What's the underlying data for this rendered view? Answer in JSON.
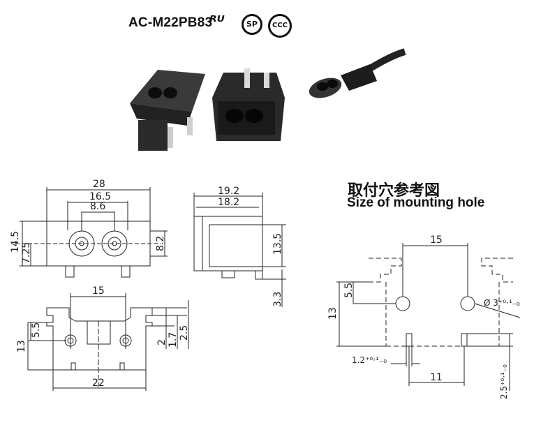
{
  "header": {
    "model": "AC-M22PB83",
    "ul_mark": "ᴿᵁ",
    "csa_mark": "SP",
    "ccc_mark": "CCC"
  },
  "mounting": {
    "title_cn": "取付穴参考図",
    "title_en": "Size of mounting hole"
  },
  "dims_front": {
    "w28": "28",
    "w16_5": "16.5",
    "w8_6": "8.6",
    "h14_5": "14.5",
    "h7_25": "7.25",
    "h8_2": "8.2"
  },
  "dims_side": {
    "d19_2": "19.2",
    "d18_2": "18.2",
    "h13_5": "13.5",
    "h3_3": "3.3"
  },
  "dims_bottom": {
    "w15": "15",
    "w22": "22",
    "h5_5": "5.5",
    "h13": "13",
    "h2": "2",
    "h1_7": "1.7",
    "h2_5": "2.5"
  },
  "dims_hole": {
    "w15": "15",
    "w11": "11",
    "h5_5": "5.5",
    "h13": "13",
    "dia": "Ø 3⁺⁰·¹₋₀",
    "slot_w": "1.2⁺⁰·¹₋₀",
    "slot_h": "2.5⁺⁰·¹₋₀"
  }
}
